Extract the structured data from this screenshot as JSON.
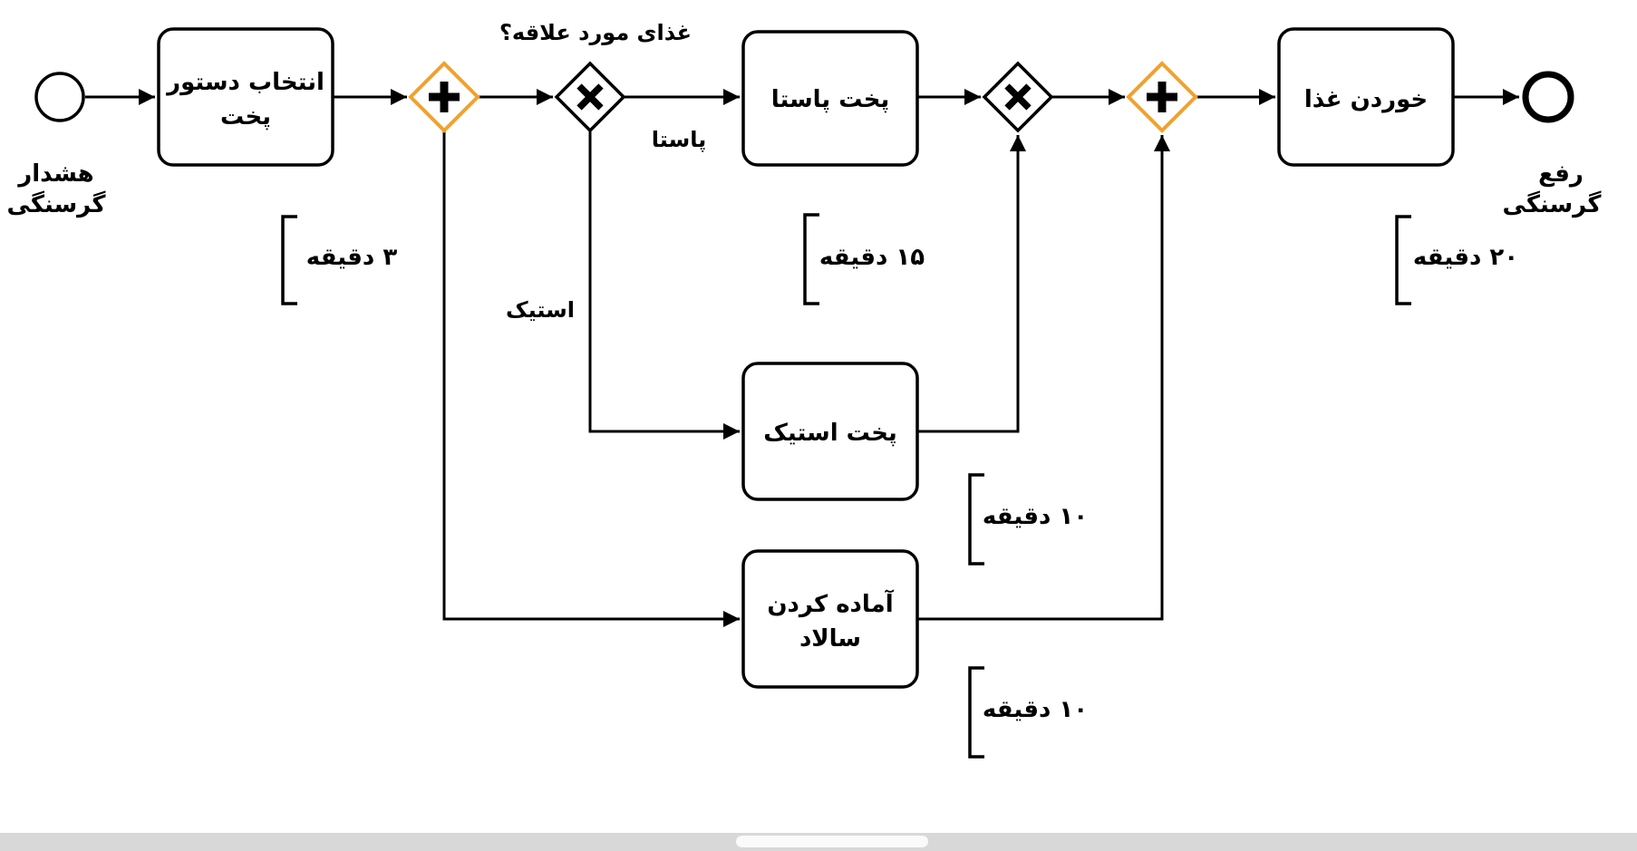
{
  "diagram_type": "bpmn-process-flow",
  "language": "fa",
  "nodes": {
    "start_event": {
      "label_line1": "هشدار",
      "label_line2": "گرسنگی"
    },
    "task_choose_recipe": {
      "label_line1": "انتخاب دستور",
      "label_line2": "پخت"
    },
    "gateway_parallel_split": {
      "icon": "plus-icon"
    },
    "gateway_exclusive_split": {
      "icon": "x-icon",
      "question": "غذای مورد علاقه؟"
    },
    "task_cook_pasta": {
      "label": "پخت پاستا"
    },
    "task_cook_steak": {
      "label": "پخت استیک"
    },
    "task_prepare_salad": {
      "label_line1": "آماده کردن",
      "label_line2": "سالاد"
    },
    "gateway_exclusive_join": {
      "icon": "x-icon"
    },
    "gateway_parallel_join": {
      "icon": "plus-icon"
    },
    "task_eat_food": {
      "label": "خوردن غذا"
    },
    "end_event": {
      "label_line1": "رفع",
      "label_line2": "گرسنگی"
    }
  },
  "edge_labels": {
    "pasta_branch": "پاستا",
    "steak_branch": "استیک"
  },
  "durations": {
    "choose_recipe": "۳ دقیقه",
    "cook_pasta": "۱۵ دقیقه",
    "cook_steak": "۱۰ دقیقه",
    "prepare_salad": "۱۰ دقیقه",
    "eat_food": "۲۰ دقیقه"
  },
  "colors": {
    "parallel_gateway_border": "#F2A12F",
    "exclusive_gateway_border": "#000000",
    "stroke": "#000000",
    "node_fill": "#FFFFFF",
    "scrollbar_track": "#D8D8D8",
    "scrollbar_thumb": "#FAFAFA"
  }
}
